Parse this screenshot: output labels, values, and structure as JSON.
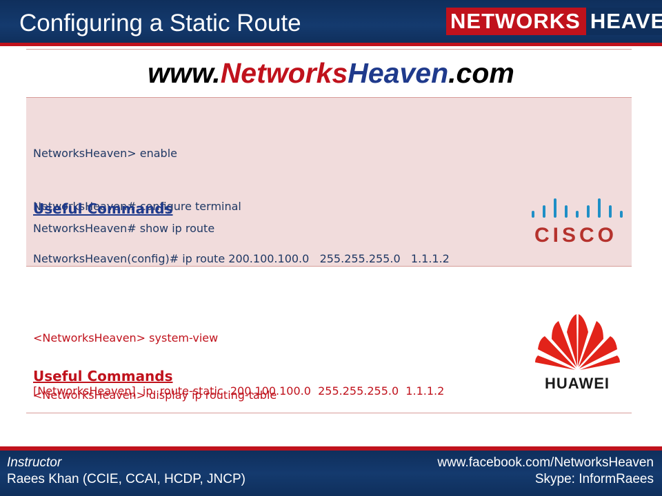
{
  "header": {
    "title": "Configuring a Static Route",
    "logo_part1": "NETWORKS",
    "logo_part2": "HEAVEN"
  },
  "website": {
    "prefix": "www.",
    "name_red": "Networks",
    "name_blue": "Heaven",
    "suffix": ".com"
  },
  "cisco": {
    "commands": [
      "NetworksHeaven> enable",
      "NetworksHeaven# configure terminal",
      "NetworksHeaven(config)# ip route 200.100.100.0   255.255.255.0   1.1.1.2"
    ],
    "useful_title": "Useful Commands",
    "useful_commands": [
      "NetworksHeaven# show ip route"
    ],
    "logo_text": "CISCO"
  },
  "huawei": {
    "commands": [
      "<NetworksHeaven> system-view",
      "[NetworksHeaven]  ip  route-static  200.100.100.0  255.255.255.0  1.1.1.2"
    ],
    "useful_title": "Useful Commands",
    "useful_commands": [
      "<NetworksHeaven> display ip routing-table"
    ],
    "logo_text": "HUAWEI"
  },
  "footer": {
    "instructor_label": "Instructor",
    "instructor_name": "Raees Khan (CCIE, CCAI, HCDP, JNCP)",
    "facebook": "www.facebook.com/NetworksHeaven",
    "skype": "Skype: InformRaees"
  },
  "colors": {
    "header_navy": "#0f2f5c",
    "accent_red": "#c0121c",
    "cisco_panel_bg": "#f1dcdc",
    "cisco_text": "#1f3864",
    "cisco_logo": "#b5322d",
    "cisco_bars": "#1f8fc6",
    "huawei_red": "#e2231a"
  }
}
